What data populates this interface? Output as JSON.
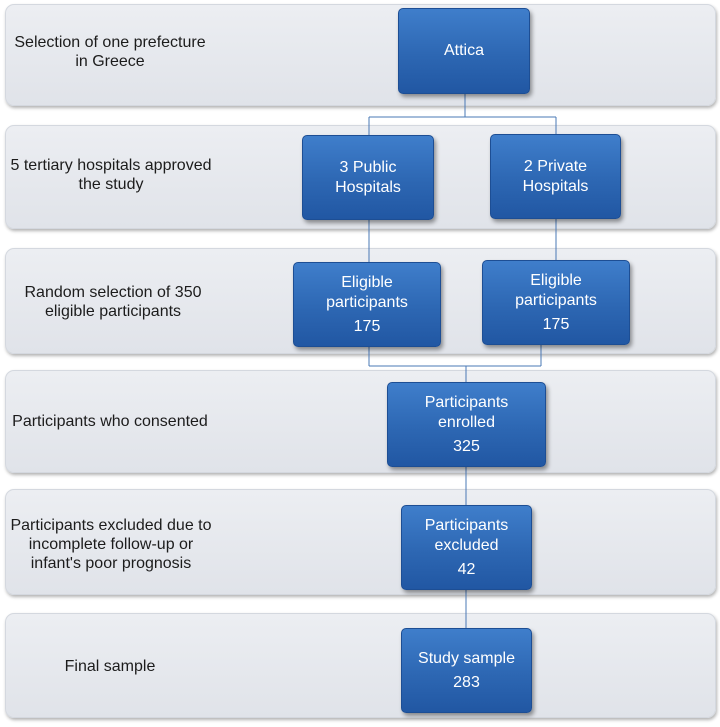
{
  "colors": {
    "box_fill": "#2d67b3",
    "band_fill": "#e4e7ec",
    "connector": "#4a78b5"
  },
  "stages": [
    {
      "label": "Selection of one prefecture in Greece"
    },
    {
      "label": "5 tertiary hospitals approved the study"
    },
    {
      "label": "Random selection of 350 eligible participants"
    },
    {
      "label": "Participants who consented"
    },
    {
      "label": "Participants excluded due to incomplete follow-up or infant's poor prognosis"
    },
    {
      "label": "Final sample"
    }
  ],
  "boxes": {
    "attica": {
      "text": "Attica"
    },
    "public": {
      "text": "3 Public Hospitals"
    },
    "private": {
      "text": "2 Private Hospitals"
    },
    "eligible_public": {
      "text": "Eligible participants",
      "count": "175"
    },
    "eligible_private": {
      "text": "Eligible participants",
      "count": "175"
    },
    "enrolled": {
      "text": "Participants enrolled",
      "count": "325"
    },
    "excluded": {
      "text": "Participants excluded",
      "count": "42"
    },
    "sample": {
      "text": "Study sample",
      "count": "283"
    }
  }
}
